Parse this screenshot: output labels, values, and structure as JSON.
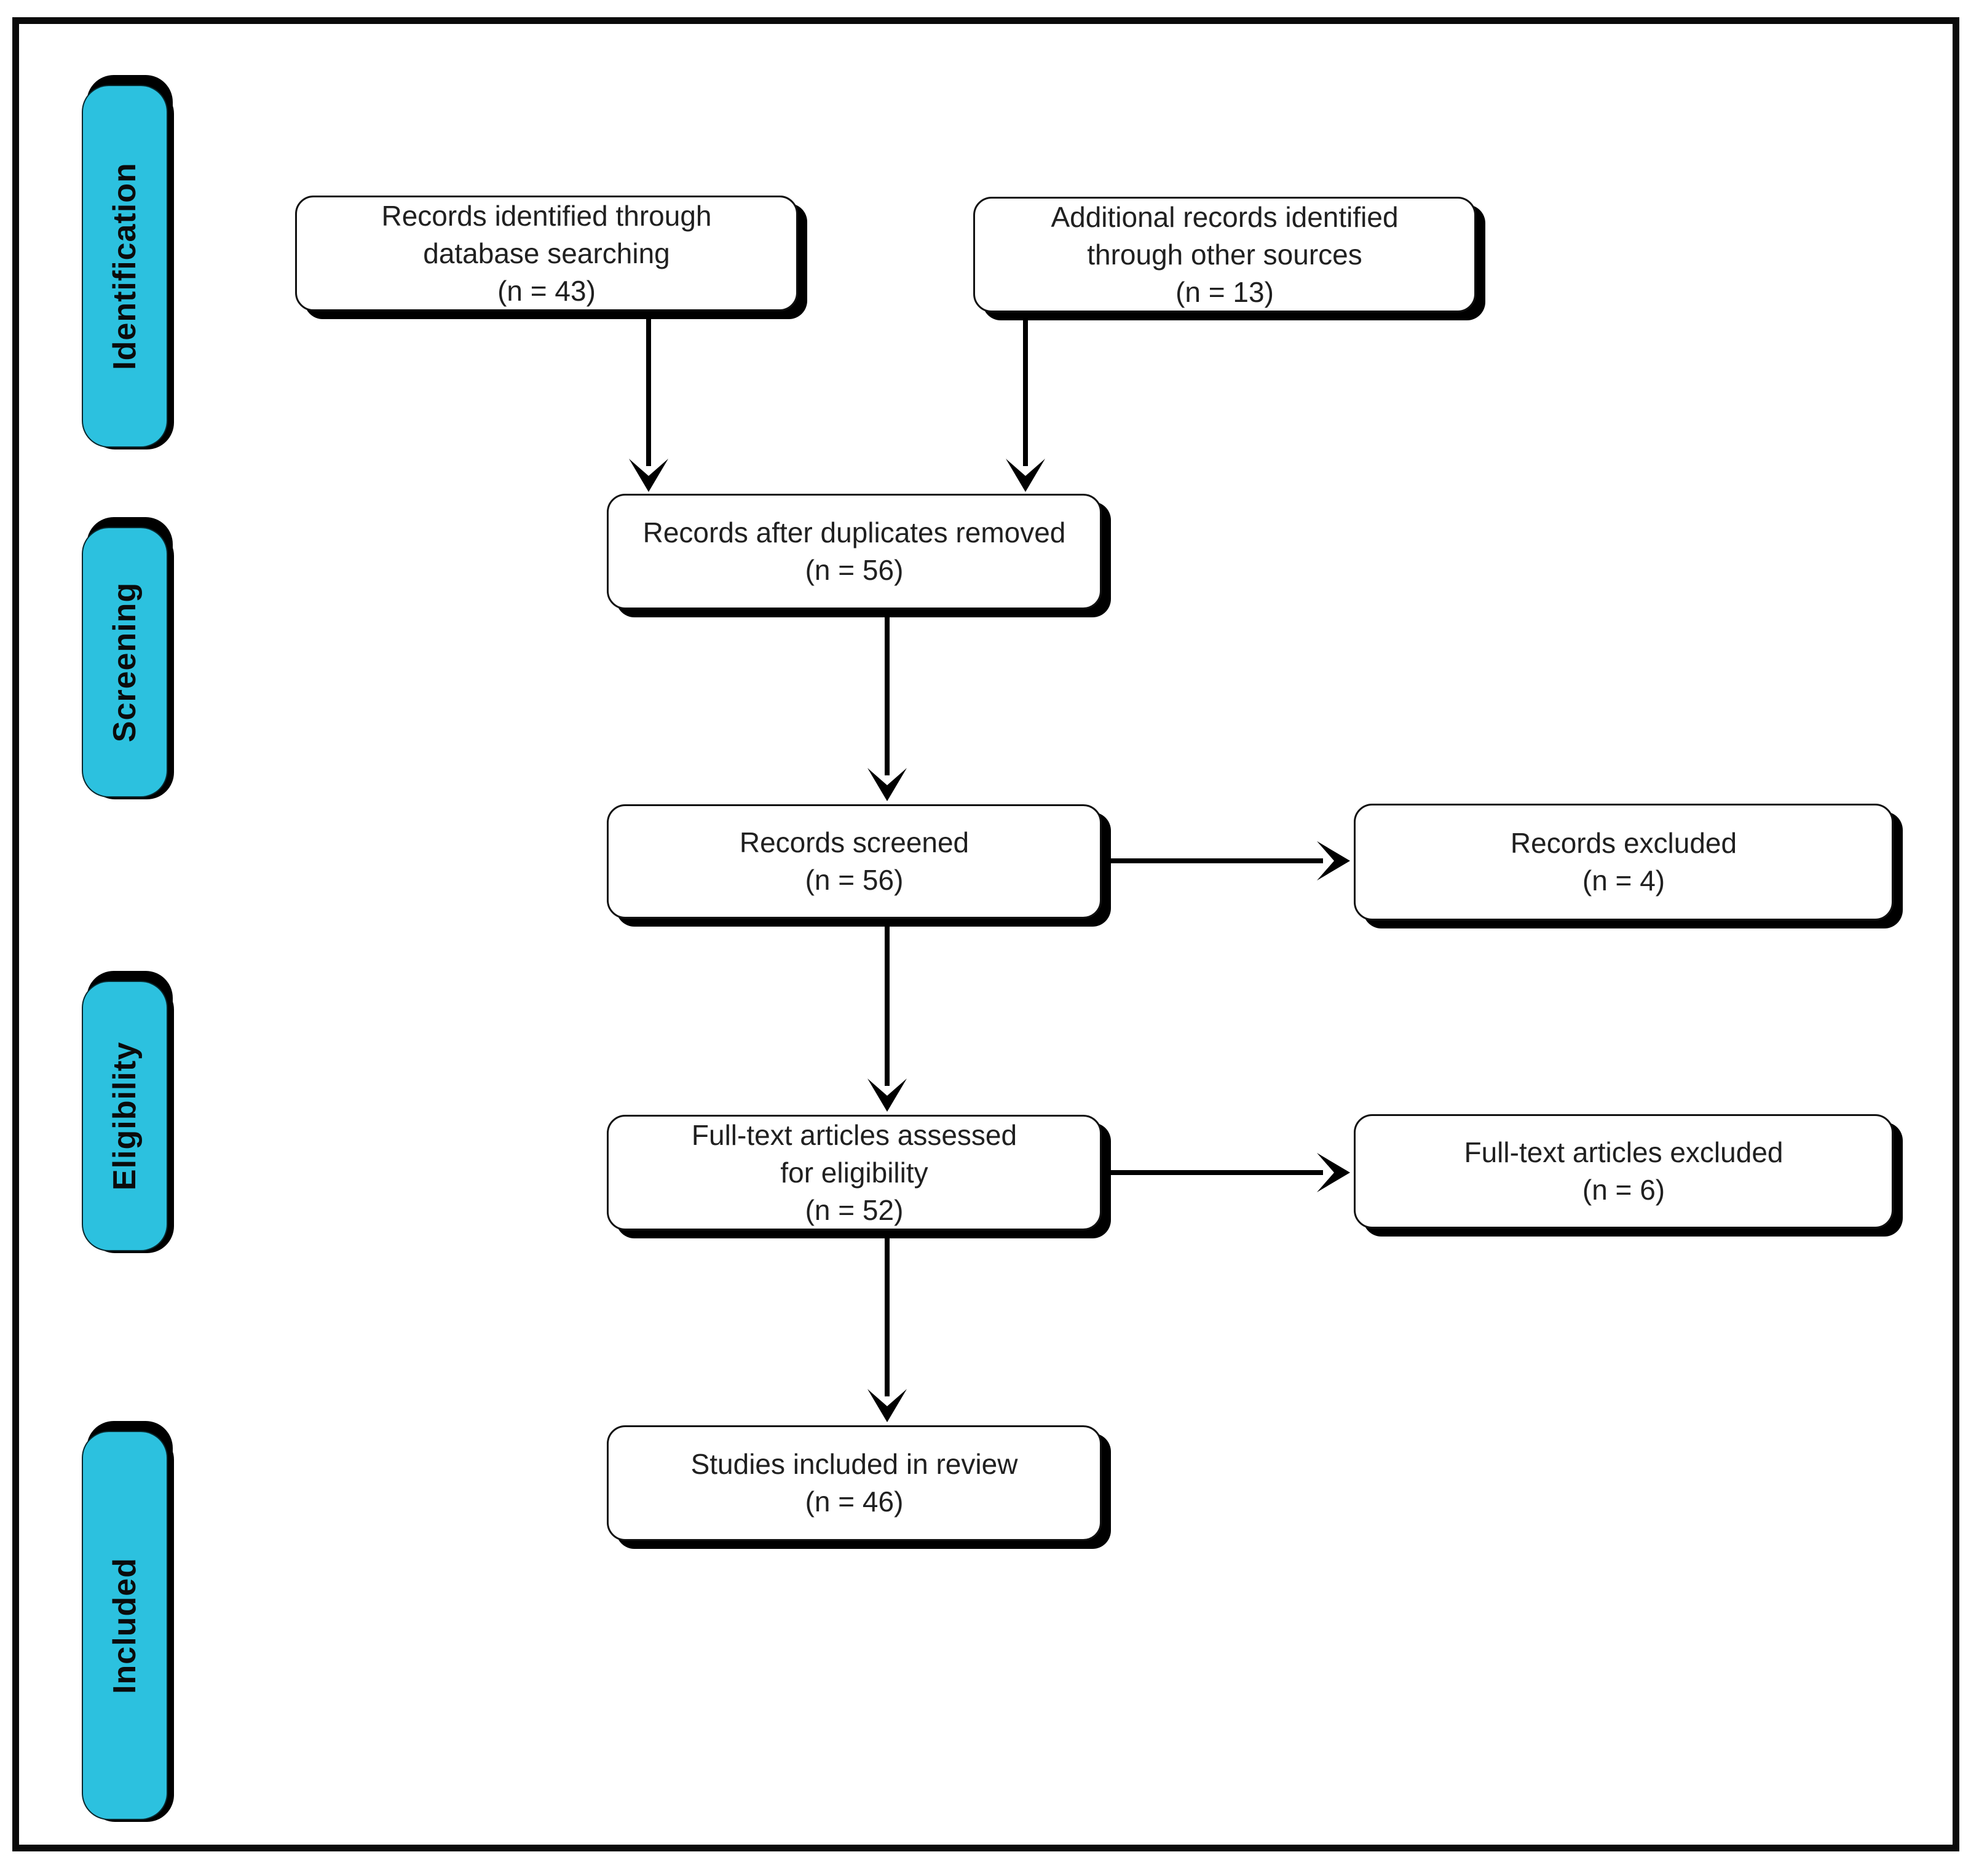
{
  "palette": {
    "stage_fill": "#2cc1df",
    "box_fill": "#ffffff",
    "line": "#000000",
    "text": "#202020"
  },
  "stages": [
    {
      "label": "Identification"
    },
    {
      "label": "Screening"
    },
    {
      "label": "Eligibility"
    },
    {
      "label": "Included"
    }
  ],
  "boxes": [
    {
      "id": "records-identified",
      "lines": [
        "Records identified through",
        "database searching",
        "(n = 43)"
      ]
    },
    {
      "id": "additional-records",
      "lines": [
        "Additional records identified",
        "through other sources",
        "(n = 13)"
      ]
    },
    {
      "id": "after-duplicates",
      "lines": [
        "Records after duplicates removed",
        "(n = 56)"
      ]
    },
    {
      "id": "records-screened",
      "lines": [
        "Records screened",
        "(n = 56)"
      ]
    },
    {
      "id": "records-excluded",
      "lines": [
        "Records excluded",
        "(n = 4)"
      ]
    },
    {
      "id": "fulltext-assessed",
      "lines": [
        "Full-text articles assessed",
        "for eligibility",
        "(n = 52)"
      ]
    },
    {
      "id": "fulltext-excluded",
      "lines": [
        "Full-text articles excluded",
        "(n = 6)"
      ]
    },
    {
      "id": "studies-included",
      "lines": [
        "Studies included in review",
        "(n = 46)"
      ]
    }
  ]
}
